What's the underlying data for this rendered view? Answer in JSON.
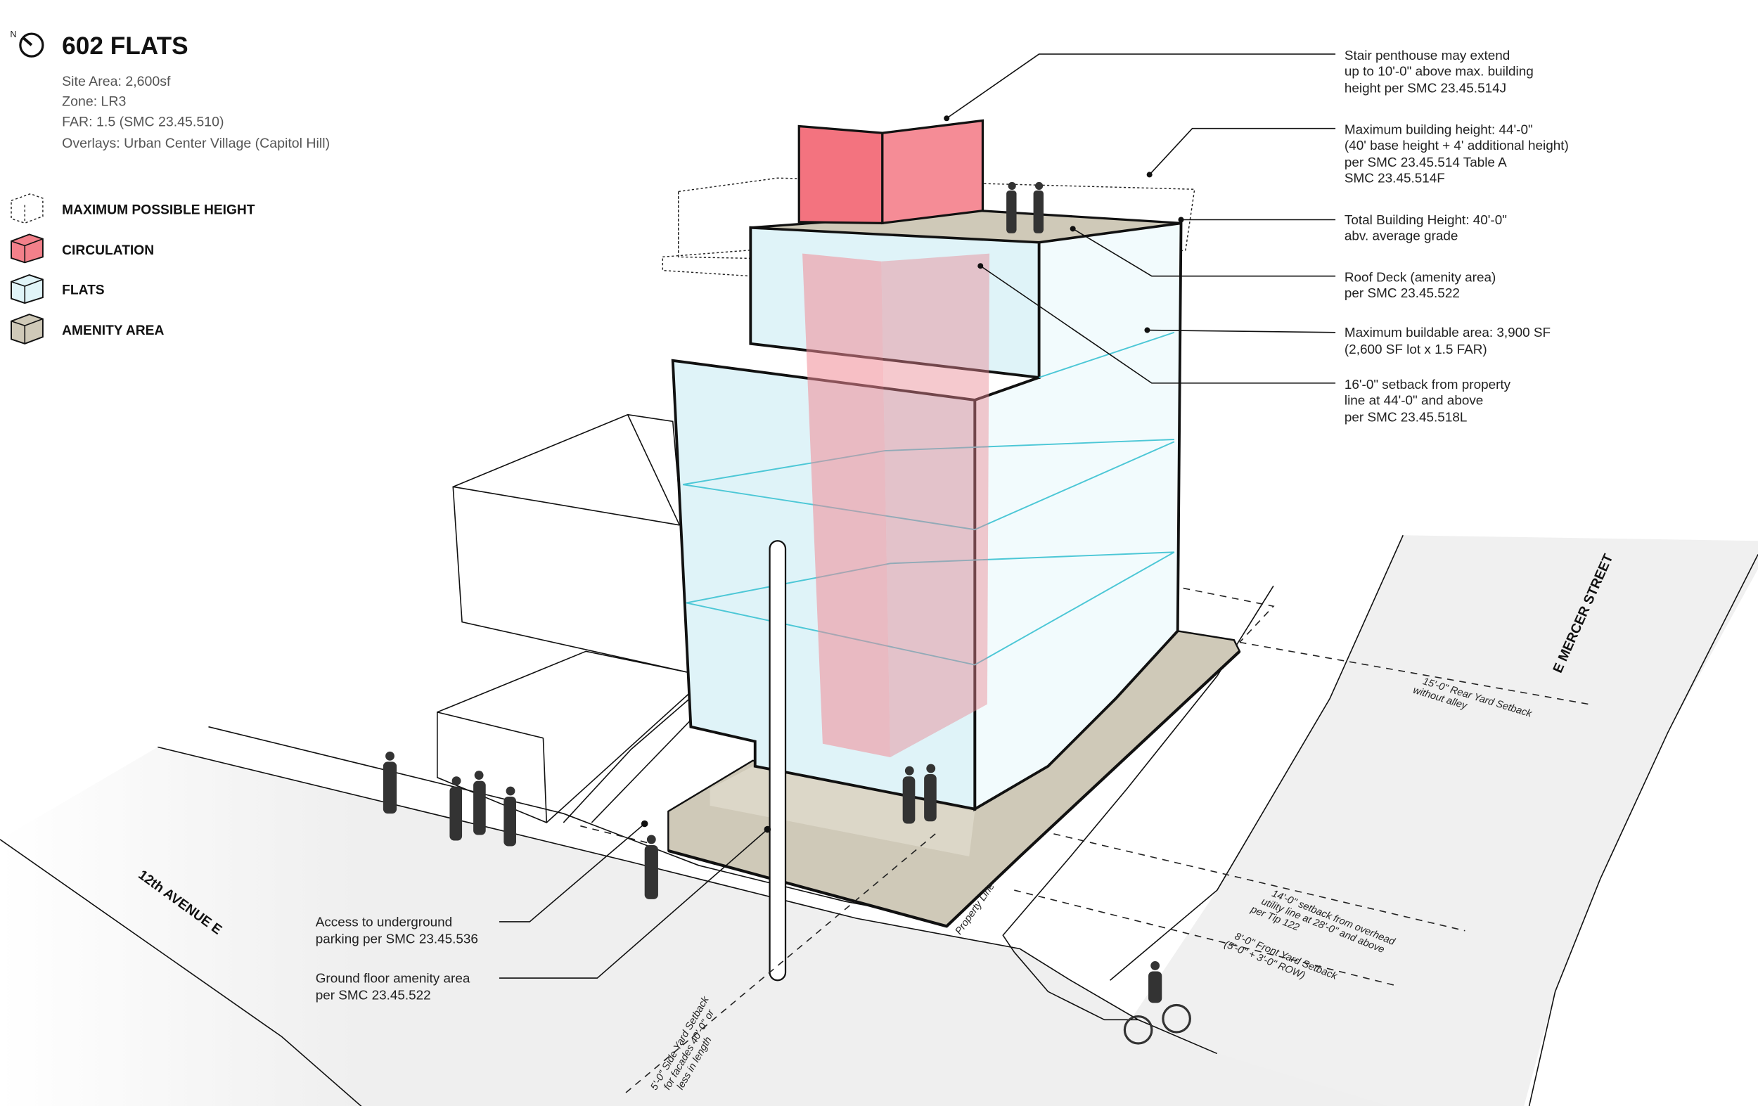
{
  "header": {
    "north_label": "N",
    "title": "602 FLATS",
    "details": [
      "Site Area: 2,600sf",
      "Zone: LR3",
      "FAR: 1.5 (SMC 23.45.510)",
      "Overlays: Urban Center Village (Capitol Hill)"
    ]
  },
  "legend": [
    {
      "label": "MAXIMUM POSSIBLE HEIGHT",
      "icon": "dashed-cube-icon"
    },
    {
      "label": "CIRCULATION",
      "icon": "red-cube-icon",
      "color": "#f3808a"
    },
    {
      "label": "FLATS",
      "icon": "light-blue-cube-icon",
      "color": "#e0f4f8"
    },
    {
      "label": "AMENITY AREA",
      "icon": "tan-cube-icon",
      "color": "#cfc9b8"
    }
  ],
  "annotations_right": [
    {
      "lines": [
        "Stair penthouse may extend",
        "up to 10'-0\" above max. building",
        "height per SMC 23.45.514J"
      ]
    },
    {
      "lines": [
        "Maximum building height: 44'-0\"",
        "(40' base height + 4' additional height)",
        "per SMC 23.45.514 Table A",
        "SMC 23.45.514F"
      ]
    },
    {
      "lines": [
        "Total Building Height: 40'-0\"",
        "abv. average grade"
      ]
    },
    {
      "lines": [
        "Roof Deck (amenity area)",
        "per SMC 23.45.522"
      ]
    },
    {
      "lines": [
        "Maximum buildable area: 3,900 SF",
        "(2,600 SF lot x 1.5 FAR)"
      ]
    },
    {
      "lines": [
        "16'-0\" setback from property",
        "line at 44'-0\" and above",
        "per SMC 23.45.518L"
      ]
    }
  ],
  "annotations_bottom": [
    {
      "lines": [
        "Access to underground",
        "parking per SMC 23.45.536"
      ]
    },
    {
      "lines": [
        "Ground floor amenity area",
        "per SMC 23.45.522"
      ]
    }
  ],
  "setbacks": {
    "rear": [
      "15'-0\" Rear Yard Setback",
      "without alley"
    ],
    "utility": [
      "14'-0\" setback from overhead",
      "utility line at 28'-0\" and above",
      "per Tip 122"
    ],
    "front": [
      "8'-0\" Front Yard Setback",
      "(5'-0\" + 3'-0\" ROW)"
    ],
    "side": [
      "5'-0\" Side Yard Setback",
      "for facades 40'-0\" or",
      "less in length"
    ],
    "property_line": "Property Line"
  },
  "streets": {
    "avenue": "12th AVENUE E",
    "street": "E MERCER STREET"
  },
  "colors": {
    "circulation": "#f3808a",
    "flats": "#e0f4f8",
    "amenity": "#cfc9b8",
    "floor_lines": "#4cc7d6",
    "street": "#efefef"
  }
}
